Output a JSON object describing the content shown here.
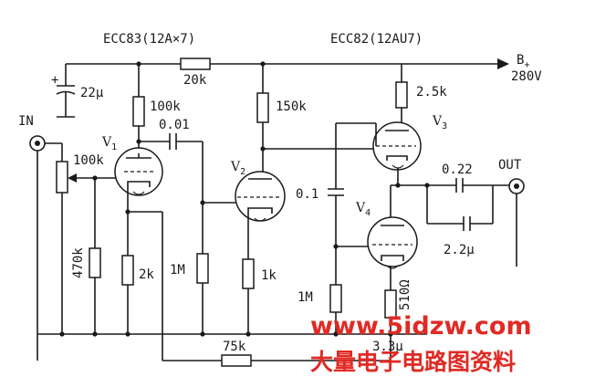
{
  "tubes": {
    "ecc83": "ECC83(12A×7)",
    "ecc82": "ECC82(12AU7)",
    "v1_label": "V",
    "v1_sub": "1",
    "v2_label": "V",
    "v2_sub": "2",
    "v3_label": "V",
    "v3_sub": "3",
    "v4_label": "V",
    "v4_sub": "4"
  },
  "supply": {
    "label": "B",
    "label_sub": "+",
    "voltage": "280V"
  },
  "ports": {
    "input": "IN",
    "output": "OUT"
  },
  "components": {
    "c_filter": "22μ",
    "r_20k": "20k",
    "r_100k_plate": "100k",
    "c_001": "0.01",
    "r_100k_pot": "100k",
    "r_150k": "150k",
    "r_25k": "2.5k",
    "c_01": "0.1",
    "c_022": "0.22",
    "c_22u": "2.2μ",
    "r_470k": "470k",
    "r_2k": "2k",
    "r_1m_a": "1M",
    "r_1k": "1k",
    "r_1m_b": "1M",
    "r_510": "510Ω",
    "r_75k": "75k",
    "c_33u": "3.3μ"
  },
  "watermark": {
    "url": "www.5idzw.com",
    "cn": "大量电子电路图资料"
  }
}
